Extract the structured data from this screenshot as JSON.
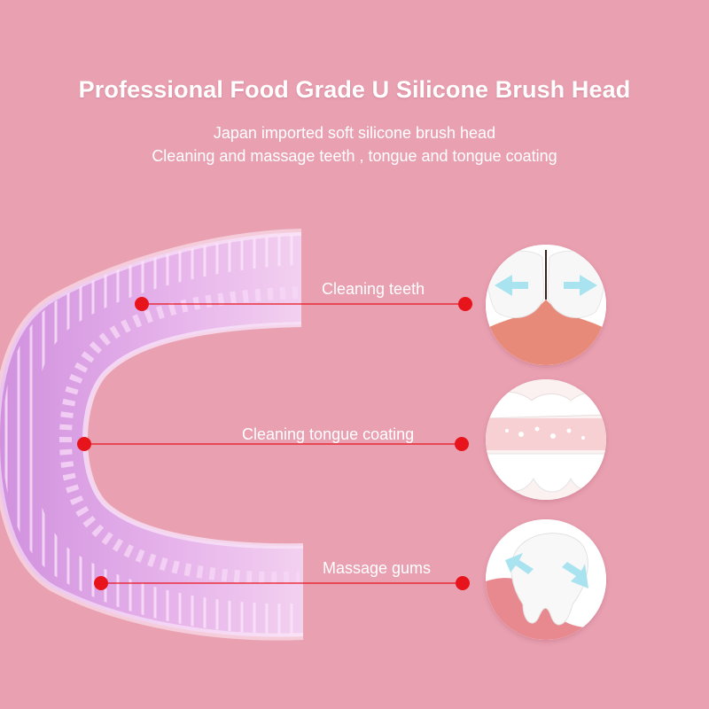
{
  "title": "Professional Food Grade U Silicone Brush Head",
  "subtitle_line1": "Japan imported soft silicone brush head",
  "subtitle_line2": "Cleaning and massage teeth , tongue and tongue coating",
  "features": [
    {
      "label": "Cleaning teeth",
      "icon": "teeth-cleaning-icon"
    },
    {
      "label": "Cleaning tongue coating",
      "icon": "tongue-coating-icon"
    },
    {
      "label": "Massage gums",
      "icon": "gum-massage-icon"
    }
  ],
  "colors": {
    "background": "#e9a1b2",
    "marker": "#e8141c",
    "brush": "#d9a6e6",
    "arrow": "#a9e3ef"
  }
}
